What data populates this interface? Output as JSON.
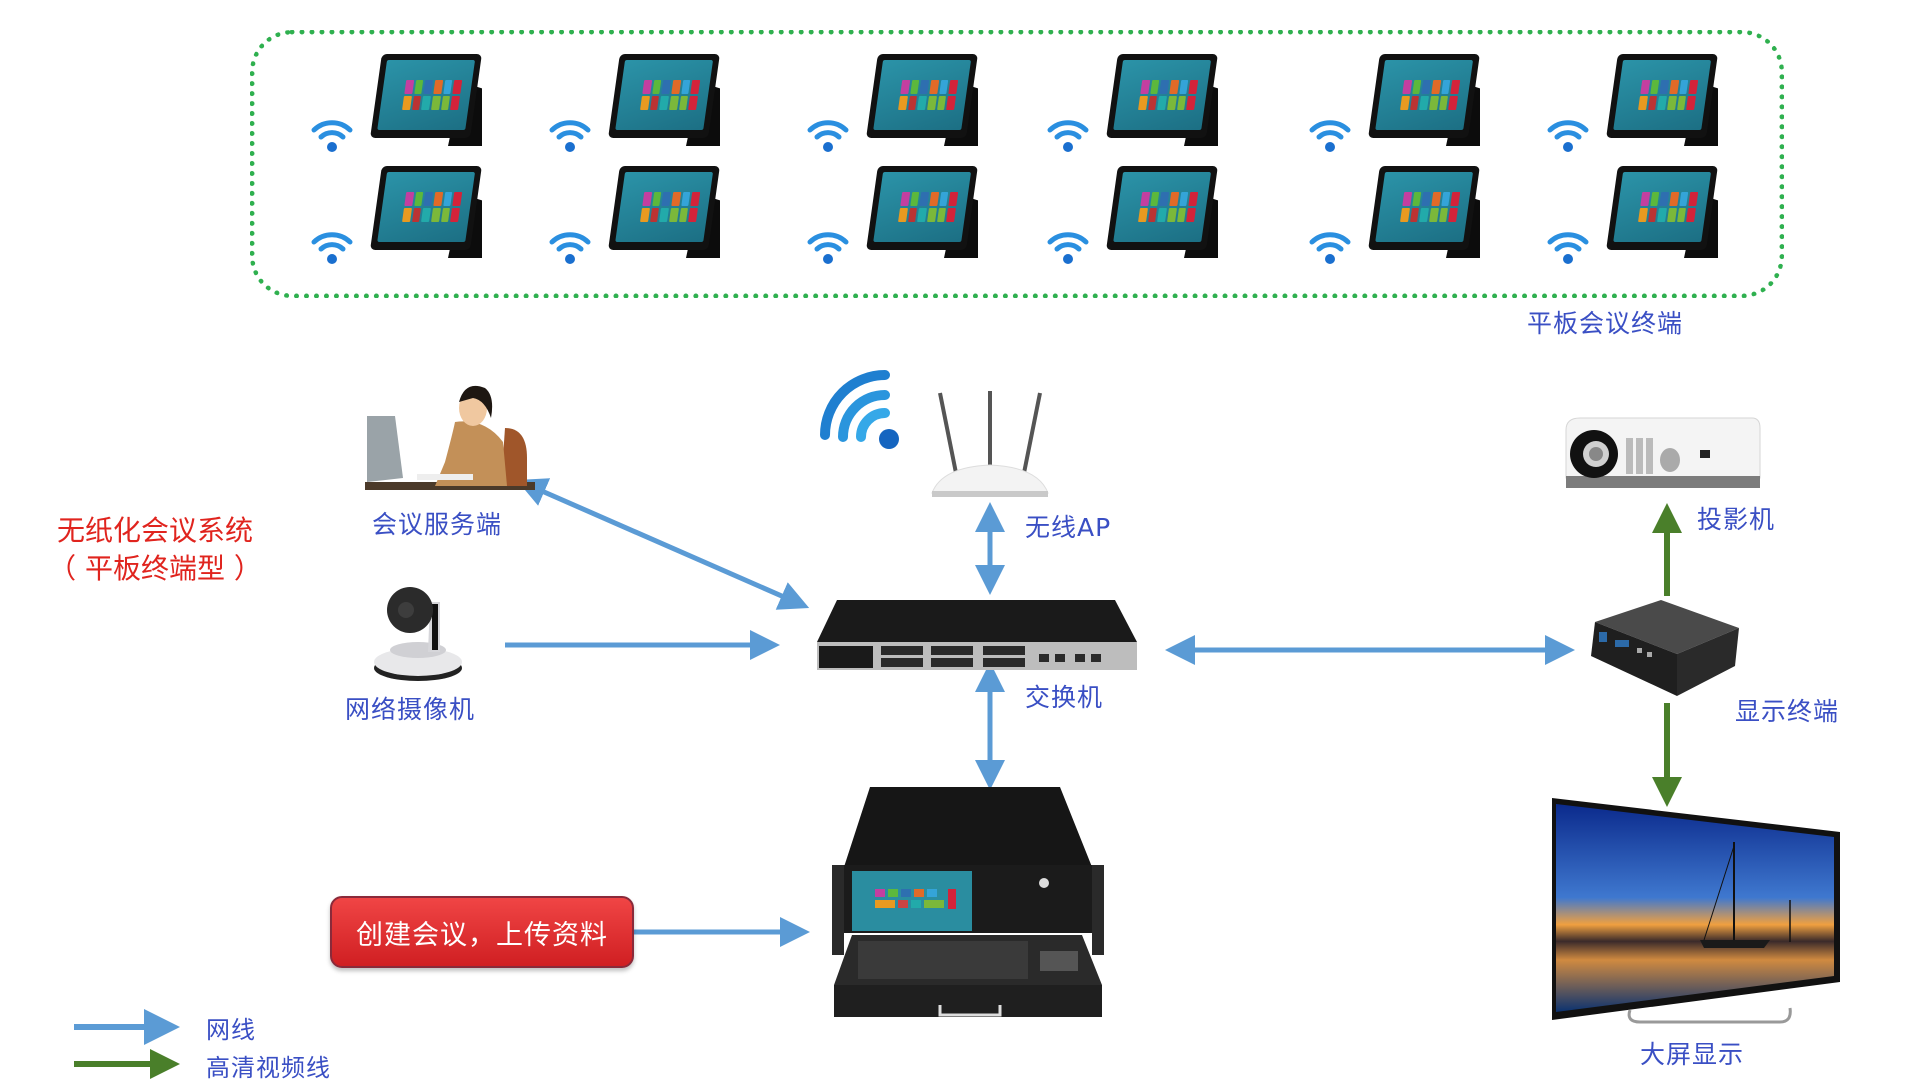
{
  "system_title": {
    "line1": "无纸化会议系统",
    "line2": "（ 平板终端型 ）"
  },
  "tablet_group": {
    "label": "平板会议终端",
    "border_color": "#2fb04f",
    "columns": 6,
    "rows": 2,
    "device": "tablet",
    "connection_icon": "wifi-icon"
  },
  "nodes": {
    "server": {
      "label": "会议服务端",
      "icon": "operator-at-computer"
    },
    "camera": {
      "label": "网络摄像机",
      "icon": "ptz-camera"
    },
    "ap": {
      "label": "无线AP",
      "icon": "wireless-router"
    },
    "switch": {
      "label": "交换机",
      "icon": "network-switch"
    },
    "projector": {
      "label": "投影机",
      "icon": "projector"
    },
    "display_terminal": {
      "label": "显示终端",
      "icon": "media-box"
    },
    "big_screen": {
      "label": "大屏显示",
      "icon": "tv"
    },
    "console": {
      "icon": "rack-console-with-keyboard"
    }
  },
  "action_button": {
    "label": "创建会议，上传资料",
    "color": "#e23234"
  },
  "connections": [
    {
      "from": "server",
      "to": "switch",
      "type": "network",
      "bidirectional": true
    },
    {
      "from": "camera",
      "to": "switch",
      "type": "network",
      "bidirectional": false
    },
    {
      "from": "ap",
      "to": "switch",
      "type": "network",
      "bidirectional": true
    },
    {
      "from": "switch",
      "to": "console",
      "type": "network",
      "bidirectional": true
    },
    {
      "from": "switch",
      "to": "display_terminal",
      "type": "network",
      "bidirectional": true
    },
    {
      "from": "display_terminal",
      "to": "projector",
      "type": "hd_video",
      "bidirectional": false
    },
    {
      "from": "display_terminal",
      "to": "big_screen",
      "type": "hd_video",
      "bidirectional": false
    },
    {
      "from": "action_button",
      "to": "console",
      "type": "network",
      "bidirectional": false
    }
  ],
  "legend": [
    {
      "label": "网线",
      "type": "network",
      "color": "#5b9bd5"
    },
    {
      "label": "高清视频线",
      "type": "hd_video",
      "color": "#4a7f2a"
    }
  ],
  "colors": {
    "network": "#5b9bd5",
    "hd_video": "#4a7f2a",
    "label_text": "#3a4fc4",
    "title_red": "#e0241e"
  }
}
